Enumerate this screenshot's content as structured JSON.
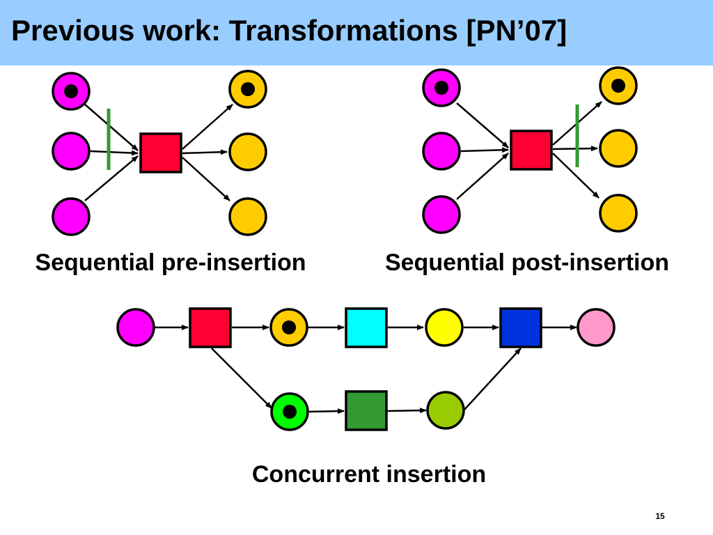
{
  "slide": {
    "title": "Previous work: Transformations [PN’07]",
    "page_number": "15"
  },
  "diagrams": {
    "pre_insertion": {
      "caption": "Sequential pre-insertion"
    },
    "post_insertion": {
      "caption": "Sequential post-insertion"
    },
    "concurrent_insertion": {
      "caption": "Concurrent insertion"
    }
  },
  "colors": {
    "title_bar": "#99ccff",
    "input_place": "#ff00ff",
    "output_place": "#ffcc00",
    "transition_red": "#ff0033",
    "transition_cyan": "#00ffff",
    "transition_blue": "#0033dd",
    "transition_green": "#339933",
    "place_yellow": "#ffff00",
    "place_pink": "#ff99cc",
    "place_green": "#00ff00",
    "place_olive": "#99cc00",
    "insertion_bar": "#339933",
    "token": "#000000"
  }
}
